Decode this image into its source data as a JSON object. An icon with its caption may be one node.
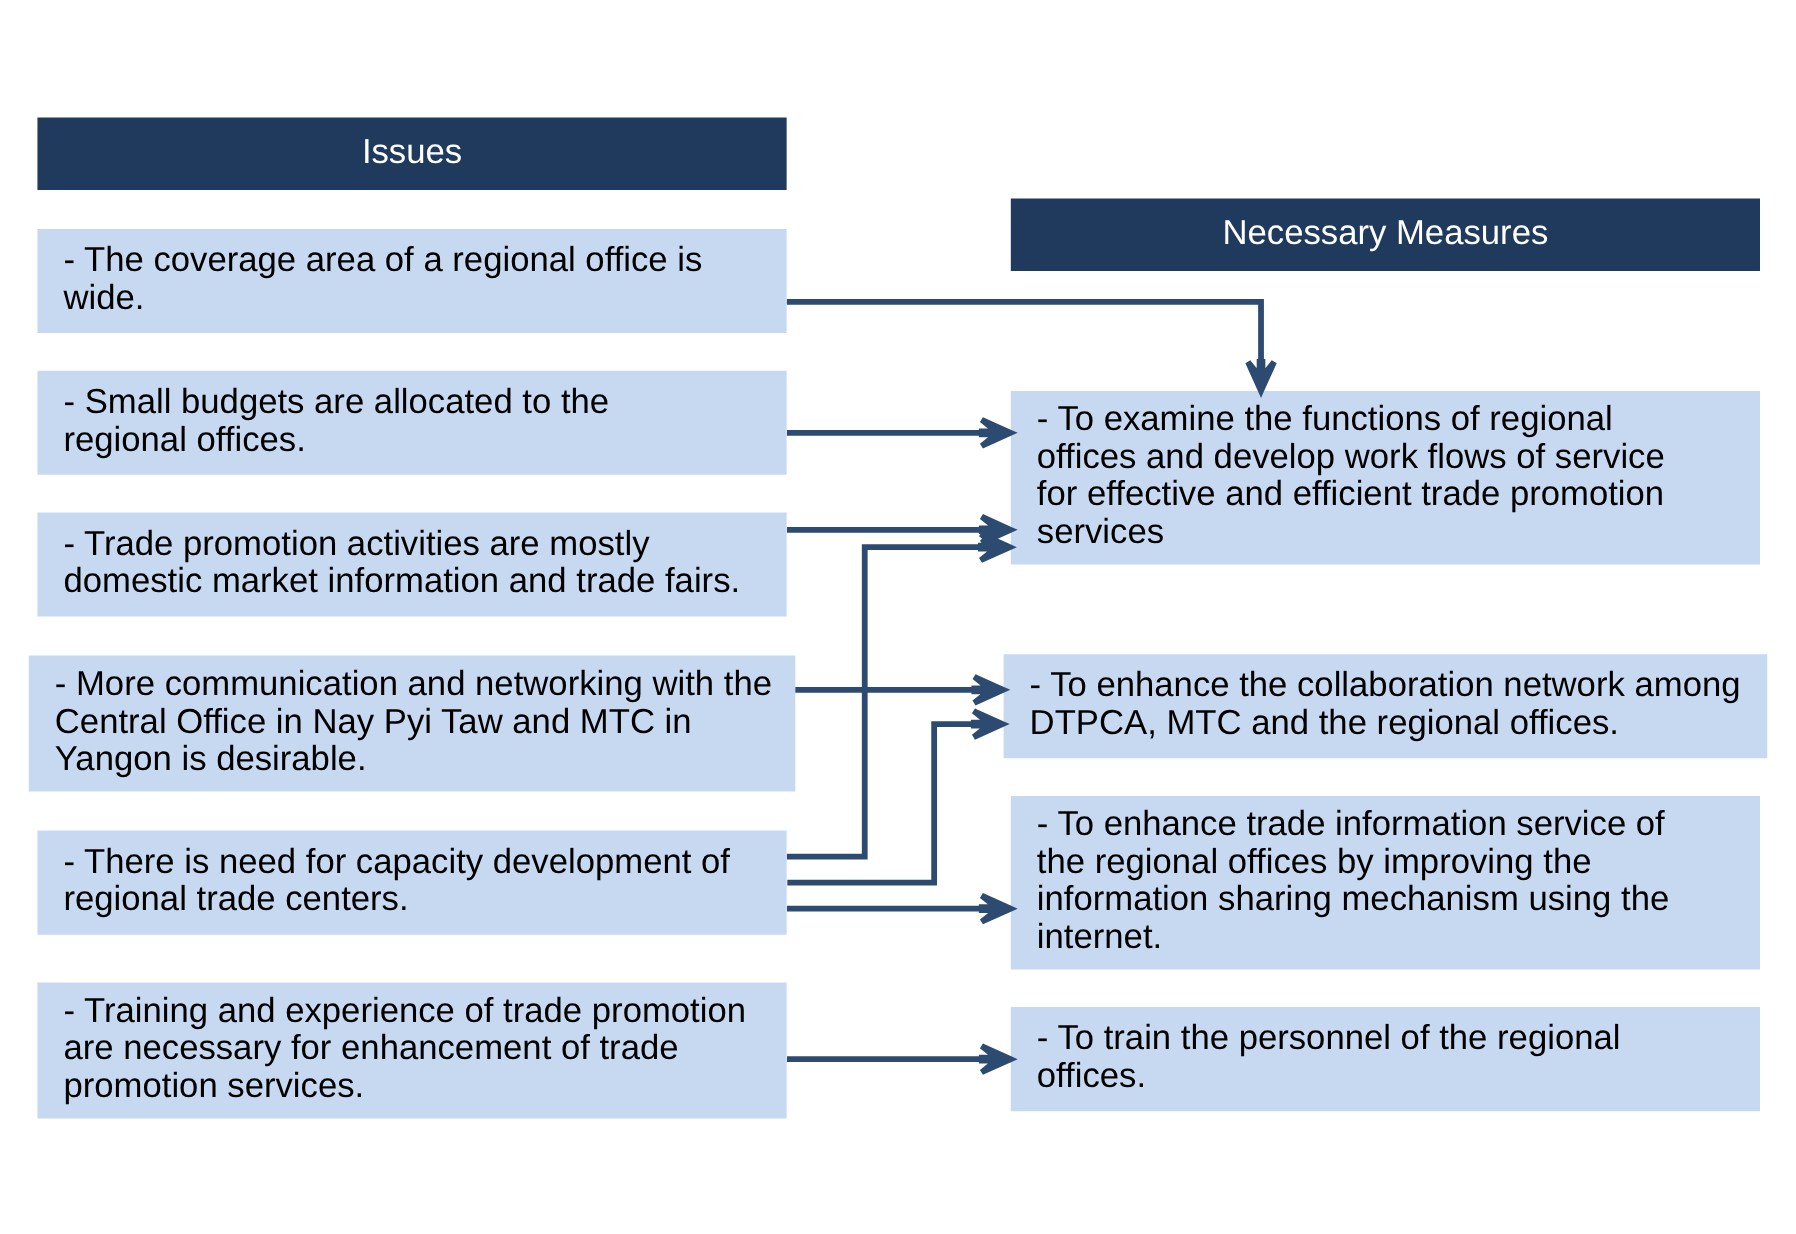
{
  "diagram": {
    "nodes": [
      {
        "text": [
          "Issues"
        ]
      },
      {
        "text": [
          "Necessary Measures"
        ]
      },
      {
        "text": [
          "- The coverage area of a regional office is wide."
        ]
      },
      {
        "text": [
          "- Small budgets are allocated to the regional offices."
        ]
      },
      {
        "text": [
          "- Trade promotion activities are mostly domestic market information and trade fairs."
        ]
      },
      {
        "text": [
          "- More communication and networking with the Central Office in Nay Pyi Taw and MTC in Yangon is desirable."
        ]
      },
      {
        "text": [
          "- There is need for capacity development of regional trade centers."
        ]
      },
      {
        "text": [
          "- Training and experience of trade promotion are necessary for enhancement of trade promotion services."
        ]
      },
      {
        "text": [
          "- To examine the functions of regional offices and develop work flows of service for effective and efficient trade promotion services"
        ]
      },
      {
        "text": [
          "- To enhance the collaboration network among DTPCA, MTC and the regional offices."
        ]
      },
      {
        "text": [
          "- To enhance trade information service of the regional offices by improving the information sharing mechanism using the internet."
        ]
      },
      {
        "text": [
          "- To train the personnel of the regional offices."
        ]
      }
    ],
    "edges": [
      {
        "from": 2,
        "to": 8,
        "arrow": "to"
      },
      {
        "from": 3,
        "to": 8,
        "arrow": "to"
      },
      {
        "from": 4,
        "to": 8,
        "arrow": "to"
      },
      {
        "from": 5,
        "to": 9,
        "arrow": "to"
      },
      {
        "from": 6,
        "to": 8,
        "arrow": "to"
      },
      {
        "from": 6,
        "to": 9,
        "arrow": "to"
      },
      {
        "from": 6,
        "to": 10,
        "arrow": "to"
      },
      {
        "from": 7,
        "to": 11,
        "arrow": "to"
      }
    ]
  }
}
